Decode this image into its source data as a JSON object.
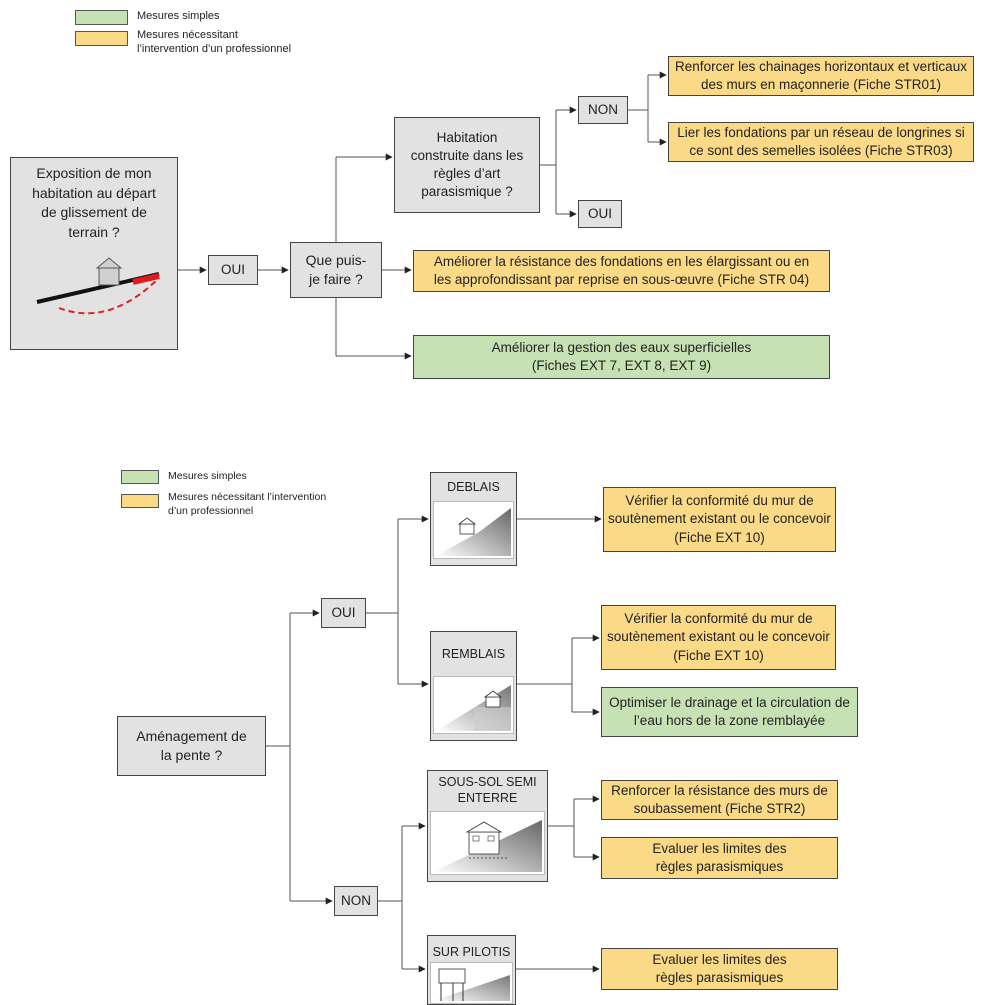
{
  "legend_top": {
    "simple_label": "Mesures simples",
    "pro_label_line1": "Mesures nécessitant",
    "pro_label_line2": "l’intervention d’un professionnel",
    "simple_color": "#c6e2b4",
    "pro_color": "#fbda87"
  },
  "flow_top": {
    "exposition_l1": "Exposition de mon",
    "exposition_l2": "habitation au départ",
    "exposition_l3": "de glissement de",
    "exposition_l4": "terrain ?",
    "oui": "OUI",
    "que_faire_l1": "Que puis-",
    "que_faire_l2": "je faire ?",
    "habitation_l1": "Habitation",
    "habitation_l2": "construite dans les",
    "habitation_l3": "règles d’art",
    "habitation_l4": "parasismique ?",
    "non": "NON",
    "oui2": "OUI",
    "renforcer_l1": "Renforcer les chainages horizontaux et verticaux",
    "renforcer_l2": "des murs en maçonnerie (Fiche STR01)",
    "lier_l1": "Lier les fondations par un réseau de longrines si",
    "lier_l2": "ce sont des semelles isolées (Fiche STR03)",
    "ameliorer_l1": "Améliorer la résistance des fondations en les élargissant ou en",
    "ameliorer_l2": "les approfondissant par reprise en sous-œuvre (Fiche STR 04)",
    "gestion_l1": "Améliorer la gestion des eaux superficielles",
    "gestion_l2": "(Fiches EXT 7, EXT 8, EXT 9)"
  },
  "legend_bottom": {
    "simple_label": "Mesures simples",
    "pro_label_line1": "Mesures nécessitant l’intervention",
    "pro_label_line2": "d’un professionnel"
  },
  "flow_bottom": {
    "amenagement_l1": "Aménagement de",
    "amenagement_l2": "la pente ?",
    "oui": "OUI",
    "non": "NON",
    "deblais": "DEBLAIS",
    "remblais": "REMBLAIS",
    "soussol_l1": "SOUS-SOL SEMI",
    "soussol_l2": "ENTERRE",
    "pilotis": "SUR PILOTIS",
    "verif1_l1": "Vérifier la conformité du mur de",
    "verif1_l2": "soutènement existant ou le concevoir",
    "verif1_l3": "(Fiche EXT 10)",
    "verif2_l1": "Vérifier la conformité du mur de",
    "verif2_l2": "soutènement existant ou le concevoir",
    "verif2_l3": "(Fiche EXT 10)",
    "drainage_l1": "Optimiser le drainage et la circulation de",
    "drainage_l2": "l’eau hors de la zone remblayée",
    "soubassement_l1": "Renforcer la résistance des murs de",
    "soubassement_l2": "soubassement (Fiche STR2)",
    "evaluer1_l1": "Evaluer les limites des",
    "evaluer1_l2": "règles parasismiques",
    "evaluer2_l1": "Evaluer les limites des",
    "evaluer2_l2": "règles parasismiques"
  }
}
